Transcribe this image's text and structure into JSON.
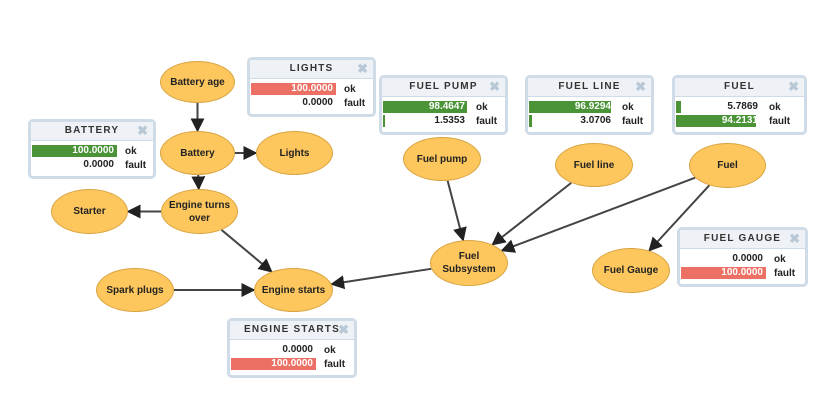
{
  "colors": {
    "node_fill": "#fdc75e",
    "node_border": "#d9a441",
    "bar_green": "#4a9337",
    "bar_red": "#ec7063",
    "edge": "#444444"
  },
  "nodes": [
    {
      "id": "battery_age",
      "label": "Battery age"
    },
    {
      "id": "battery",
      "label": "Battery"
    },
    {
      "id": "lights",
      "label": "Lights"
    },
    {
      "id": "engine_turns_over",
      "label": "Engine turns over"
    },
    {
      "id": "starter",
      "label": "Starter"
    },
    {
      "id": "spark_plugs",
      "label": "Spark plugs"
    },
    {
      "id": "engine_starts",
      "label": "Engine starts"
    },
    {
      "id": "fuel_pump",
      "label": "Fuel pump"
    },
    {
      "id": "fuel_line",
      "label": "Fuel line"
    },
    {
      "id": "fuel",
      "label": "Fuel"
    },
    {
      "id": "fuel_subsystem",
      "label": "Fuel Subsystem"
    },
    {
      "id": "fuel_gauge",
      "label": "Fuel Gauge"
    }
  ],
  "edges": [
    {
      "from": "battery_age",
      "to": "battery"
    },
    {
      "from": "battery",
      "to": "lights"
    },
    {
      "from": "battery",
      "to": "engine_turns_over"
    },
    {
      "from": "engine_turns_over",
      "to": "starter"
    },
    {
      "from": "engine_turns_over",
      "to": "engine_starts"
    },
    {
      "from": "spark_plugs",
      "to": "engine_starts"
    },
    {
      "from": "fuel_subsystem",
      "to": "engine_starts"
    },
    {
      "from": "fuel_pump",
      "to": "fuel_subsystem"
    },
    {
      "from": "fuel_line",
      "to": "fuel_subsystem"
    },
    {
      "from": "fuel",
      "to": "fuel_subsystem"
    },
    {
      "from": "fuel",
      "to": "fuel_gauge"
    }
  ],
  "monitors": [
    {
      "id": "battery",
      "title": "BATTERY",
      "states": [
        {
          "label": "ok",
          "value": "100.0000",
          "pct": 100,
          "evidence": true,
          "color": "green"
        },
        {
          "label": "fault",
          "value": "0.0000",
          "pct": 0,
          "color": "green"
        }
      ]
    },
    {
      "id": "lights",
      "title": "LIGHTS",
      "states": [
        {
          "label": "ok",
          "value": "100.0000",
          "pct": 100,
          "color": "red"
        },
        {
          "label": "fault",
          "value": "0.0000",
          "pct": 0,
          "color": "red"
        }
      ]
    },
    {
      "id": "fuel_pump",
      "title": "FUEL PUMP",
      "states": [
        {
          "label": "ok",
          "value": "98.4647",
          "pct": 98.4647,
          "color": "green"
        },
        {
          "label": "fault",
          "value": "1.5353",
          "pct": 1.5353,
          "color": "green"
        }
      ]
    },
    {
      "id": "fuel_line",
      "title": "FUEL LINE",
      "states": [
        {
          "label": "ok",
          "value": "96.9294",
          "pct": 96.9294,
          "color": "green"
        },
        {
          "label": "fault",
          "value": "3.0706",
          "pct": 3.0706,
          "color": "green"
        }
      ]
    },
    {
      "id": "fuel",
      "title": "FUEL",
      "states": [
        {
          "label": "ok",
          "value": "5.7869",
          "pct": 5.7869,
          "color": "green"
        },
        {
          "label": "fault",
          "value": "94.2131",
          "pct": 94.2131,
          "color": "green"
        }
      ]
    },
    {
      "id": "fuel_gauge",
      "title": "FUEL GAUGE",
      "states": [
        {
          "label": "ok",
          "value": "0.0000",
          "pct": 0,
          "color": "red"
        },
        {
          "label": "fault",
          "value": "100.0000",
          "pct": 100,
          "color": "red"
        }
      ]
    },
    {
      "id": "engine_starts",
      "title": "ENGINE STARTS",
      "states": [
        {
          "label": "ok",
          "value": "0.0000",
          "pct": 0,
          "color": "red"
        },
        {
          "label": "fault",
          "value": "100.0000",
          "pct": 100,
          "color": "red"
        }
      ]
    }
  ],
  "close_glyph": "✖"
}
